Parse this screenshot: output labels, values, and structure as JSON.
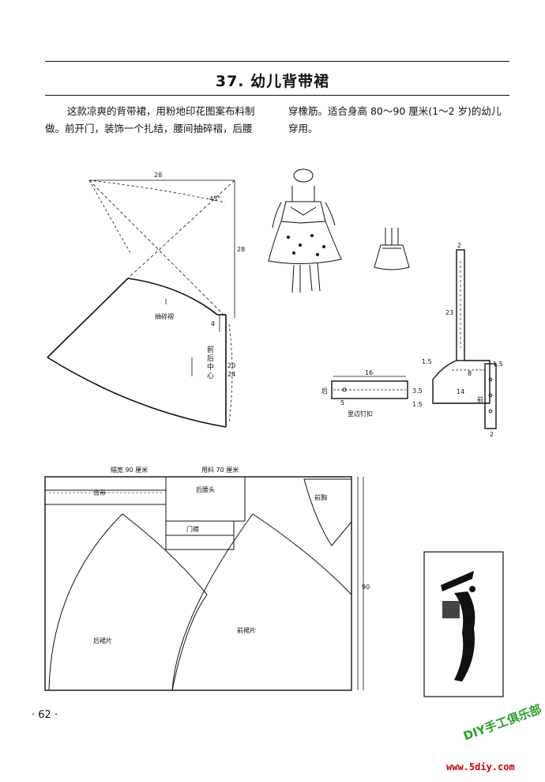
{
  "page": {
    "title": "37. 幼儿背带裙",
    "para1": "这款凉爽的背带裙，用粉地印花图案布料制做。前开门，装饰一个扎结，腰间抽碎褶，后腰",
    "para2": "穿橡筋。适合身高 80～90 厘米(1～2 岁)的幼儿穿用。",
    "page_number": "· 62 ·"
  },
  "skirt_diagram": {
    "dim_top": "28",
    "dim_angle": "45°",
    "dim_right": "28",
    "gather_label": "抽碎褶",
    "dim_4": "4",
    "center_label": "前后中心",
    "dim_20": "20",
    "dim_24": "24"
  },
  "bodice_diagram": {
    "dim_2_top": "2",
    "dim_23": "23",
    "dim_1_5_a": "1.5",
    "dim_1_5_b": "1.5",
    "dim_8": "8",
    "dim_14": "14",
    "front_label": "前",
    "dim_2_bottom": "2",
    "dim_3_5": "3.5",
    "dim_1_5_c": "1.5"
  },
  "waistband_diagram": {
    "dim_16": "16",
    "back_label": "后",
    "dim_5": "5",
    "caption": "里边钉扣"
  },
  "layout_diagram": {
    "width_label": "幅宽 90 厘米",
    "usage_label": "用料 70 厘米",
    "strap_label": "背带",
    "back_waist_label": "后腰头",
    "front_chest_label": "前胸",
    "placket_label": "门襟",
    "back_panel_label": "后裙片",
    "front_panel_label": "前裙片",
    "height_label": "90"
  },
  "watermark": {
    "logo_text": "DIY手工俱乐部",
    "url": "www.5diy.com"
  },
  "icons": [
    "dress-illustration",
    "pinafore-illustration",
    "decorative-figure"
  ]
}
